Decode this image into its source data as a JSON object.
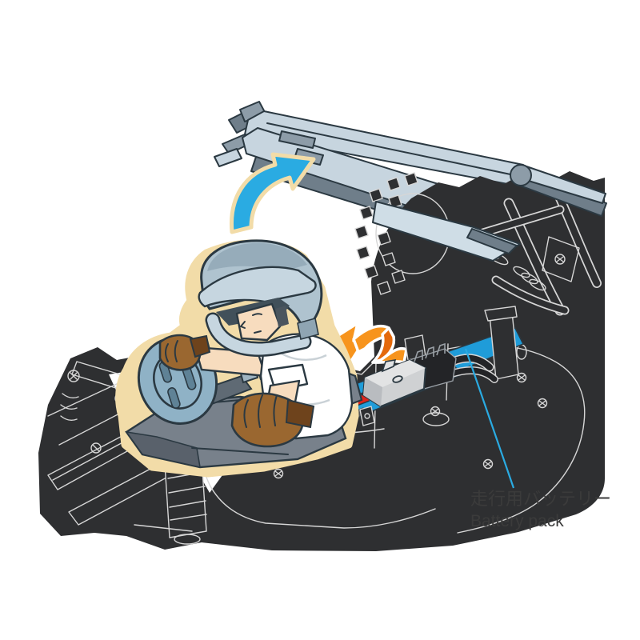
{
  "illustration": {
    "subject": "rc-buggy-battery-installation-diagram",
    "label": {
      "jp": "走行用バッテリー",
      "en": "Battery pack"
    },
    "icons": {
      "lift_arrow": "curved-up-arrow",
      "slide_arrow": "curved-ribbon-left-arrow",
      "leader": "leader-line"
    }
  },
  "colors": {
    "paper": "#ffffff",
    "chassis": "#2e2f31",
    "chassis_line": "#d6d6d6",
    "frame_light": "#c7d5df",
    "frame_pale": "#cfdde6",
    "frame_mid": "#8d9ca8",
    "frame_dark": "#6f7e8a",
    "ink": "#2b3942",
    "helmet_main": "#afc3cf",
    "helmet_dark": "#96acba",
    "helmet_brim": "#c6d6e0",
    "visor": "#41505a",
    "skin": "#f7dcbe",
    "shirt": "#ffffff",
    "glove": "#9a6730",
    "glove_dark": "#6e431c",
    "wheel": "#8fb2c6",
    "wheel_dark": "#5f8296",
    "platform": "#78818b",
    "platform_dark": "#59616b",
    "cream": "#f2dca8",
    "arrow_cyan": "#2aabe2",
    "arrow_orange": "#f7941d",
    "arrow_orange_dark": "#e4690b",
    "battery_blue": "#1f9cd9",
    "wire_red": "#e0251b",
    "wire_gray": "#55565a",
    "connector": "#cfd1d3",
    "connector_top": "#e2e3e4",
    "connector_side": "#b9bcc0",
    "black_part": "#232427",
    "leader": "#2aabe2",
    "label_text": "#3b3b3b"
  }
}
